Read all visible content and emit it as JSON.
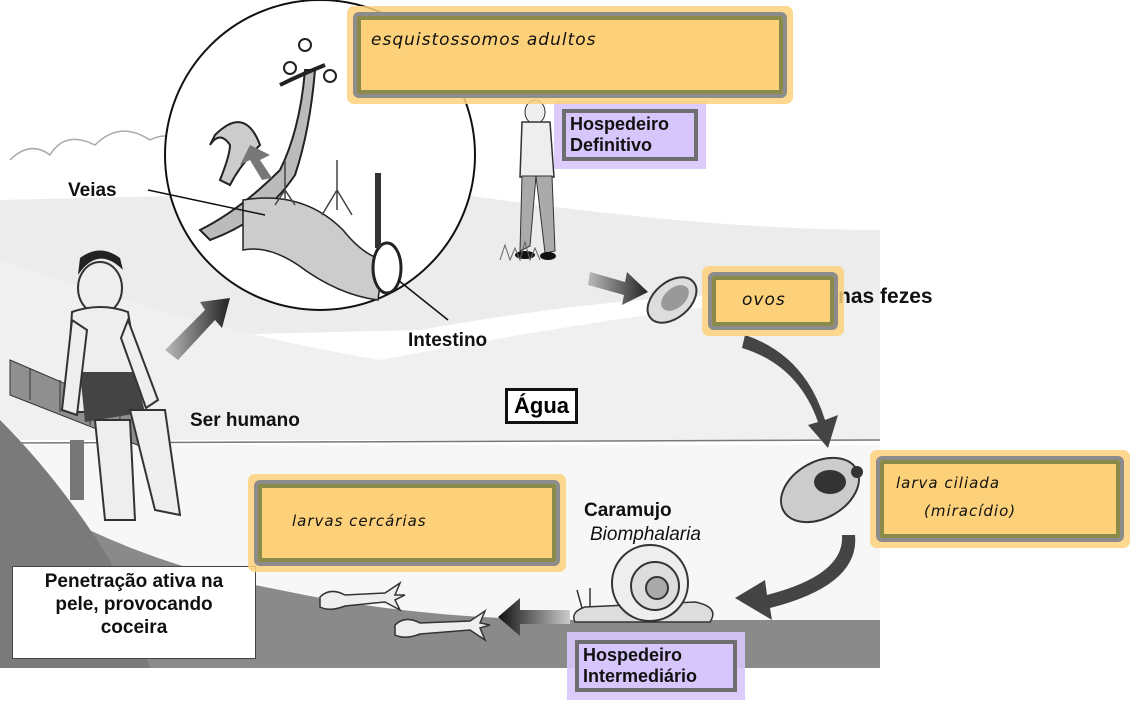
{
  "title": "Ciclo de vida do Schistosoma mansoni",
  "labels": {
    "veias": "Veias",
    "intestino": "Intestino",
    "nas_fezes": "nas fezes",
    "ser_humano": "Ser humano",
    "agua": "Água",
    "caramujo": "Caramujo",
    "biomphalaria": "Biomphalaria",
    "penetracao": [
      "Penetração ativa  na",
      "pele, provocando",
      "coceira"
    ]
  },
  "hosts": {
    "definitivo": [
      "Hospedeiro",
      "Definitivo"
    ],
    "intermediario": [
      "Hospedeiro",
      "Intermediário"
    ]
  },
  "handwritten_notes": {
    "adultos": "esquistossomos adultos",
    "ovos": "ovos",
    "larva_ciliada": [
      "larva ciliada",
      "(miracídio)"
    ],
    "cercarias": "larvas cercárias"
  },
  "colors": {
    "note_fill": "#fdd17a",
    "note_border": "#8a8a4a",
    "host_fill": "#d7c6fb",
    "host_border": "#6e6e6e",
    "ground": "#8a8a8a"
  }
}
